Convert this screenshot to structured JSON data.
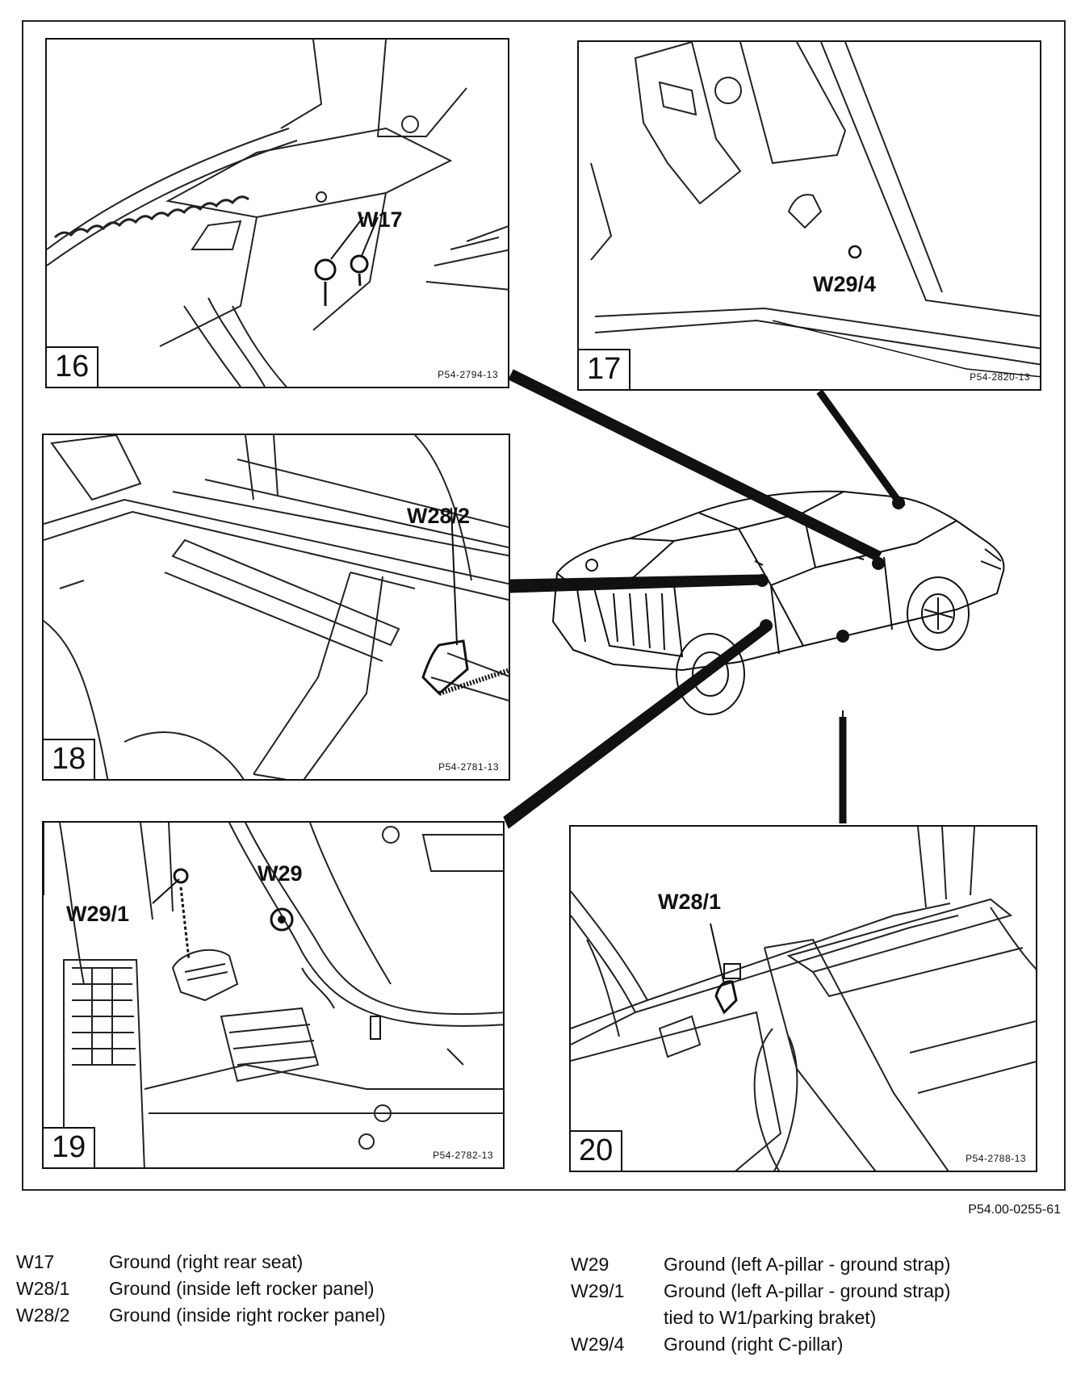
{
  "panels": [
    {
      "number": "16",
      "code": "P54-2794-13",
      "callouts": [
        "W17"
      ]
    },
    {
      "number": "17",
      "code": "P54-2820-13",
      "callouts": [
        "W29/4"
      ]
    },
    {
      "number": "18",
      "code": "P54-2781-13",
      "callouts": [
        "W28/2"
      ]
    },
    {
      "number": "19",
      "code": "P54-2782-13",
      "callouts": [
        "W29",
        "W29/1"
      ]
    },
    {
      "number": "20",
      "code": "P54-2788-13",
      "callouts": [
        "W28/1"
      ]
    }
  ],
  "figure_id": "P54.00-0255-61",
  "legend_left": [
    {
      "code": "W17",
      "desc": "Ground (right rear seat)"
    },
    {
      "code": "W28/1",
      "desc": "Ground (inside left rocker panel)"
    },
    {
      "code": "W28/2",
      "desc": "Ground (inside right rocker panel)"
    }
  ],
  "legend_right": [
    {
      "code": "W29",
      "desc": "Ground (left A-pillar - ground strap)"
    },
    {
      "code": "W29/1",
      "desc": "Ground (left A-pillar - ground strap)",
      "desc2": "tied to W1/parking braket)"
    },
    {
      "code": "W29/4",
      "desc": "Ground (right C-pillar)"
    }
  ]
}
